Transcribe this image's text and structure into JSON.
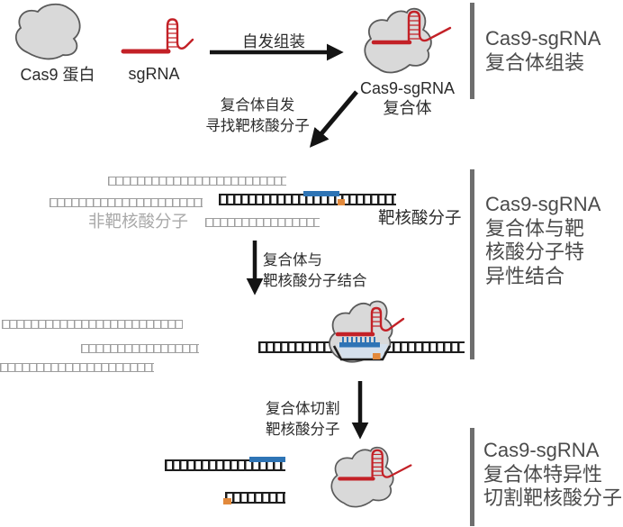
{
  "colors": {
    "red": "#c32127",
    "blob_fill": "#d9d9d9",
    "blob_stroke": "#5a5a5a",
    "dna_dark": "#1d1d1d",
    "dna_gray": "#9d9d9d",
    "blue": "#2e74b5",
    "orange": "#e2893b",
    "bar": "#6e6e6e",
    "arrow": "#141414",
    "ink": "#2b2b2b",
    "gray_text": "#a9a9a9",
    "stage_text": "#4b4b4b",
    "bubble_fill": "#d4e0ec"
  },
  "legend": {
    "cas9": "Cas9 蛋白",
    "sgrna": "sgRNA",
    "complex_line1": "Cas9-sgRNA",
    "complex_line2": "复合体",
    "non_target": "非靶核酸分子",
    "target": "靶核酸分子"
  },
  "steps": {
    "assemble": "自发组装",
    "search_line1": "复合体自发",
    "search_line2": "寻找靶核酸分子",
    "bind_line1": "复合体与",
    "bind_line2": "靶核酸分子结合",
    "cut_line1": "复合体切割",
    "cut_line2": "靶核酸分子"
  },
  "stages": {
    "s1_line1": "Cas9-sgRNA",
    "s1_line2": "复合体组装",
    "s2_line1": "Cas9-sgRNA",
    "s2_line2": "复合体与靶",
    "s2_line3": "核酸分子特",
    "s2_line4": "异性结合",
    "s3_line1": "Cas9-sgRNA",
    "s3_line2": "复合体特异性",
    "s3_line3": "切割靶核酸分子"
  }
}
